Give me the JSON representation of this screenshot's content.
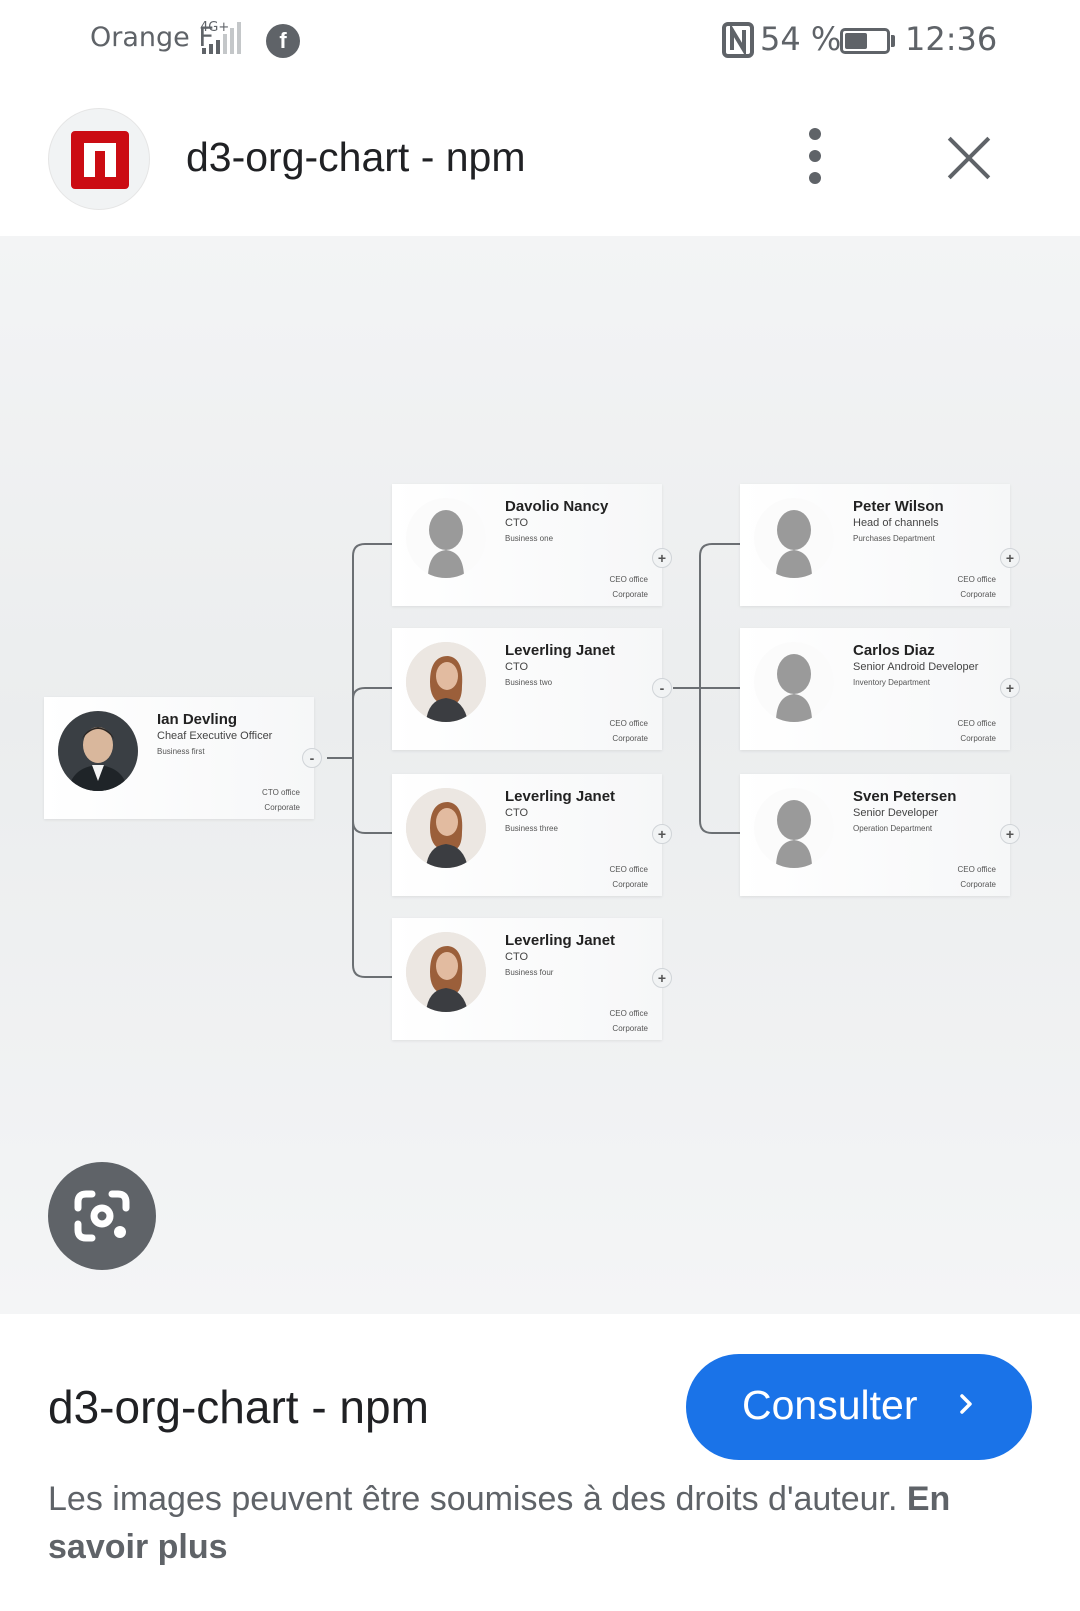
{
  "status_bar": {
    "carrier": "Orange F",
    "network": "4G+",
    "battery_percent": "54 %",
    "battery_level": 0.54,
    "time": "12:36"
  },
  "header": {
    "title": "d3-org-chart - npm",
    "logo_icon": "npm-logo-icon",
    "more_icon": "more-vert-icon",
    "close_icon": "close-icon"
  },
  "org_chart": {
    "root": {
      "name": "Ian Devling",
      "role": "Cheaf Executive Officer",
      "team": "Business first",
      "office": "CTO office",
      "location": "Corporate",
      "toggle": "-"
    },
    "level1": [
      {
        "name": "Davolio Nancy",
        "role": "CTO",
        "team": "Business one",
        "office": "CEO office",
        "location": "Corporate",
        "toggle": "+"
      },
      {
        "name": "Leverling Janet",
        "role": "CTO",
        "team": "Business two",
        "office": "CEO office",
        "location": "Corporate",
        "toggle": "-"
      },
      {
        "name": "Leverling Janet",
        "role": "CTO",
        "team": "Business three",
        "office": "CEO office",
        "location": "Corporate",
        "toggle": "+"
      },
      {
        "name": "Leverling Janet",
        "role": "CTO",
        "team": "Business four",
        "office": "CEO office",
        "location": "Corporate",
        "toggle": "+"
      }
    ],
    "level2": [
      {
        "name": "Peter Wilson",
        "role": "Head of channels",
        "team": "Purchases Department",
        "office": "CEO office",
        "location": "Corporate",
        "toggle": "+"
      },
      {
        "name": "Carlos Diaz",
        "role": "Senior Android Developer",
        "team": "Inventory Department",
        "office": "CEO office",
        "location": "Corporate",
        "toggle": "+"
      },
      {
        "name": "Sven Petersen",
        "role": "Senior Developer",
        "team": "Operation Department",
        "office": "CEO office",
        "location": "Corporate",
        "toggle": "+"
      }
    ]
  },
  "lens_icon": "google-lens-icon",
  "bottom": {
    "title": "d3-org-chart - npm",
    "visit_label": "Consulter",
    "notice_text": "Les images peuvent être soumises à des droits d'auteur. ",
    "notice_link": "En savoir plus"
  },
  "colors": {
    "accent": "#1a73e8",
    "npm_red": "#cb0c13",
    "text_secondary": "#5f6368"
  }
}
